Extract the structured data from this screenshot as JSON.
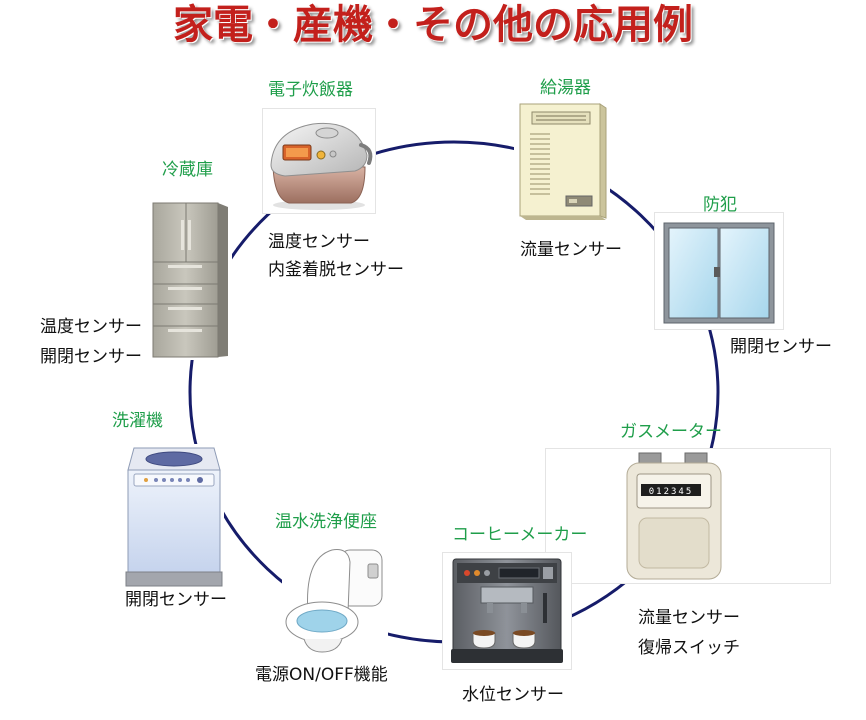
{
  "title": "家電・産機・その他の応用例",
  "colors": {
    "title": "#c3201c",
    "device_label": "#1f9e4a",
    "circle": "#161c6a",
    "body_text": "#111111"
  },
  "devices": {
    "rice_cooker": {
      "name": "電子炊飯器",
      "icon": "rice-cooker-icon",
      "sensors": [
        "温度センサー",
        "内釜着脱センサー"
      ]
    },
    "water_heater": {
      "name": "給湯器",
      "icon": "water-heater-icon",
      "sensors": [
        "流量センサー"
      ]
    },
    "refrigerator": {
      "name": "冷蔵庫",
      "icon": "refrigerator-icon",
      "sensors": [
        "温度センサー",
        "開閉センサー"
      ]
    },
    "security": {
      "name": "防犯",
      "icon": "window-icon",
      "sensors": [
        "開閉センサー"
      ]
    },
    "washing_machine": {
      "name": "洗濯機",
      "icon": "washing-machine-icon",
      "sensors": [
        "開閉センサー"
      ]
    },
    "gas_meter": {
      "name": "ガスメーター",
      "icon": "gas-meter-icon",
      "display": "012345",
      "sensors": [
        "流量センサー",
        "復帰スイッチ"
      ]
    },
    "toilet": {
      "name": "温水洗浄便座",
      "icon": "toilet-icon",
      "sensors": [
        "電源ON/OFF機能"
      ]
    },
    "coffee_maker": {
      "name": "コーヒーメーカー",
      "icon": "coffee-maker-icon",
      "sensors": [
        "水位センサー"
      ]
    }
  }
}
